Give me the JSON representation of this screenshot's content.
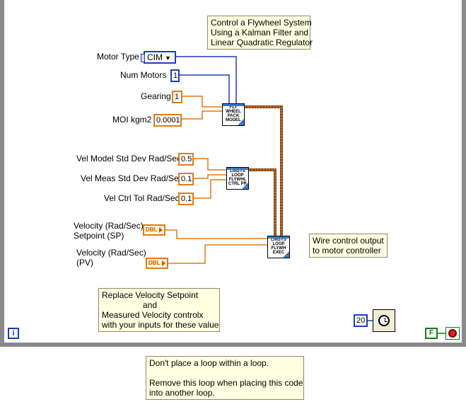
{
  "labels": {
    "motor_type": "Motor Type",
    "num_motors": "Num Motors",
    "gearing": "Gearing",
    "moi": "MOI kgm2",
    "vel_model_std": "Vel Model Std Dev Rad/Sec",
    "vel_meas_std": "Vel Meas Std Dev Rad/Sec",
    "vel_ctrl_tol": "Vel Ctrl Tol Rad/Sec",
    "velocity_sp_line1": "Velocity (Rad/Sec)",
    "velocity_sp_line2": "Setpoint (SP)",
    "velocity_pv_line1": "Velocity (Rad/Sec)",
    "velocity_pv_line2": "(PV)"
  },
  "constants": {
    "motor_type": "CIM",
    "num_motors": "1",
    "gearing": "1",
    "moi": "0.0001",
    "vel_model_std": "0.5",
    "vel_meas_std": "0.1",
    "vel_ctrl_tol": "0.1",
    "wait_ms": "20",
    "stop_false": "F"
  },
  "controls": {
    "setpoint_type": "DBL",
    "pv_type": "DBL"
  },
  "subvis": {
    "model": [
      "FLY",
      "WHEEL",
      "PACK",
      "MODEL"
    ],
    "ctrl": [
      "LINSYS",
      "LOOP",
      "FLYWHL",
      "CTRL PR"
    ],
    "exec": [
      "LINSYS",
      "LOOP",
      "FLYWH",
      "EXEC"
    ]
  },
  "notes": {
    "title_line1": "Control a Flywheel System",
    "title_line2": "Using a Kalman Filter and",
    "title_line3": "Linear Quadratic Regulator",
    "output_line1": "Wire control output",
    "output_line2": "to motor controller",
    "replace_line1": "Replace Velocity Setpoint",
    "replace_line2": "and",
    "replace_line3": "Measured Velocity controlx",
    "replace_line4": "with your inputs for these value",
    "loop_line1": "Don't place a loop within a loop.",
    "loop_line2": "Remove this loop when placing this code",
    "loop_line3": "into another loop."
  },
  "loop": {
    "iteration_terminal": "i"
  },
  "colors": {
    "orange_wire": "#e47a14",
    "blue_wire": "#1c3dbd",
    "cluster_wire": "#8b4513",
    "loop_border": "#8a8a8a",
    "note_bg": "#ffffe1"
  }
}
